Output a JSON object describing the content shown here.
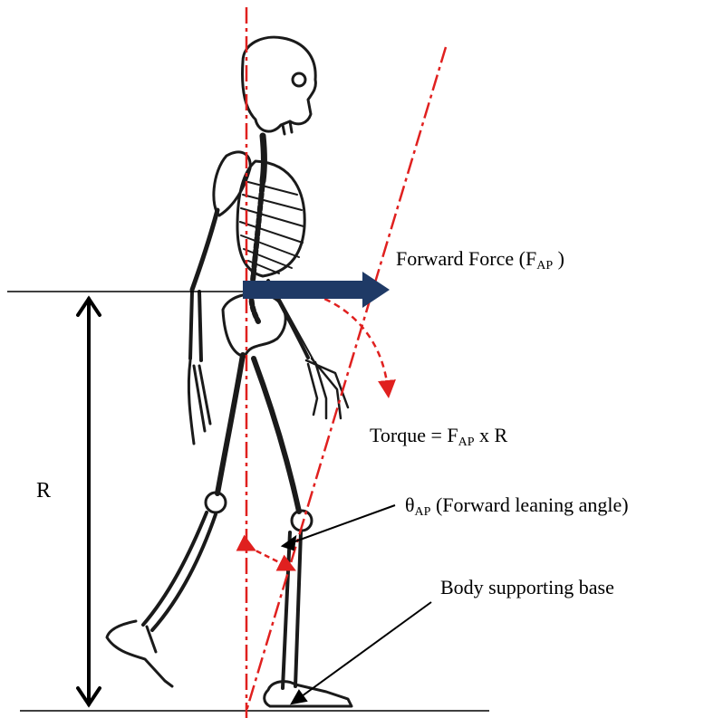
{
  "labels": {
    "forward_force": {
      "text": "Forward Force (F",
      "sub": "AP",
      "suffix": " )"
    },
    "torque": {
      "prefix": "Torque = F",
      "sub": "AP",
      "suffix": " x R"
    },
    "r": "R",
    "angle": {
      "prefix": "θ",
      "sub": "AP",
      "suffix": " (Forward leaning angle)"
    },
    "base": "Body supporting base"
  },
  "colors": {
    "force_arrow": "#1f3a66",
    "reference_lines": "#e0201f",
    "line": "#000000",
    "skeleton": "#1a1a1a"
  }
}
